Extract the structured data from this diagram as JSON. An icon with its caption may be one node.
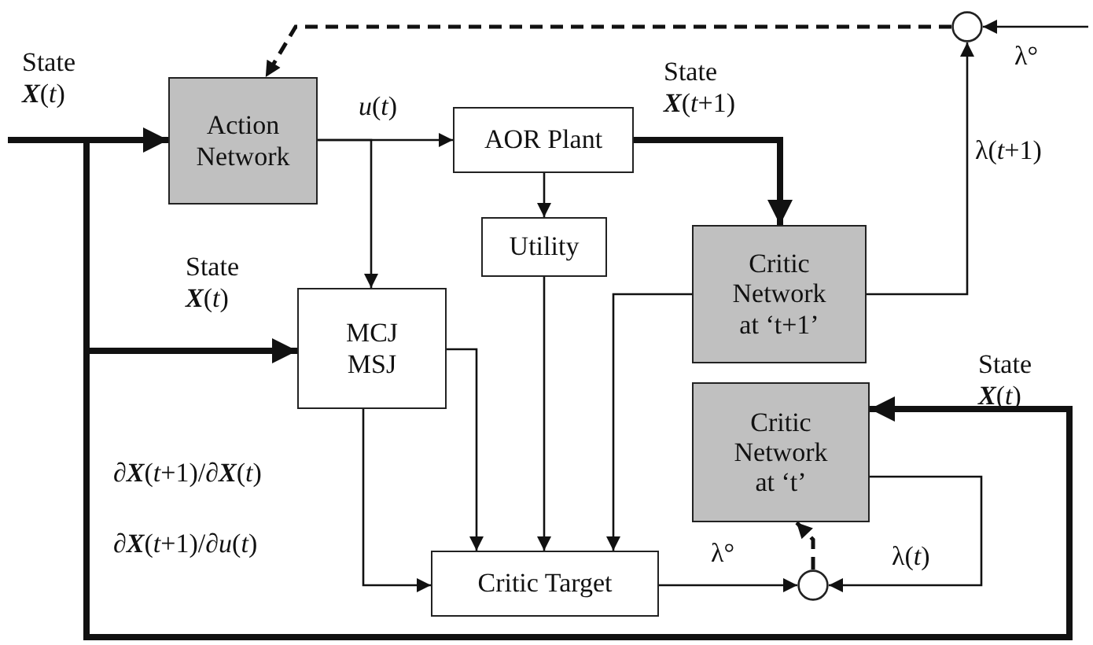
{
  "diagram": {
    "nodes": [
      {
        "text": [
          "Action Network"
        ]
      },
      {
        "text": [
          "AOR Plant"
        ]
      },
      {
        "text": [
          "Utility"
        ]
      },
      {
        "text": [
          "MCJ MSJ"
        ]
      },
      {
        "text": [
          "Critic Network at ‘t+1’"
        ]
      },
      {
        "text": [
          "Critic Network at ‘t’"
        ]
      },
      {
        "text": [
          "Critic Target"
        ]
      },
      {
        "text": [],
        "shape": "circle"
      },
      {
        "text": [],
        "shape": "circle"
      }
    ],
    "edges": [
      {
        "from": null,
        "to": 0,
        "arrow": "to",
        "style": "thick",
        "label": "State **X**(*t*)"
      },
      {
        "from": null,
        "to": 3,
        "arrow": "to",
        "style": "thick",
        "label": "State **X**(*t*)"
      },
      {
        "from": null,
        "to": 5,
        "arrow": "to",
        "style": "thick",
        "label": "State **X**(*t*)"
      },
      {
        "from": 0,
        "to": 1,
        "arrow": "to",
        "label": "*u*(*t*)"
      },
      {
        "from": 0,
        "to": 3,
        "arrow": "to"
      },
      {
        "from": 1,
        "to": 2,
        "arrow": "to"
      },
      {
        "from": 1,
        "to": 4,
        "arrow": "to",
        "style": "thick",
        "label": "State **X**(*t*+1)"
      },
      {
        "from": 2,
        "to": 6,
        "arrow": "to"
      },
      {
        "from": 3,
        "to": 6,
        "arrow": "to"
      },
      {
        "from": 3,
        "to": 6,
        "arrow": "to"
      },
      {
        "from": 4,
        "to": 6,
        "arrow": "to"
      },
      {
        "from": 4,
        "to": 7,
        "arrow": "to",
        "label": "λ(*t*+1)"
      },
      {
        "from": null,
        "to": 7,
        "arrow": "to",
        "label": "λ°"
      },
      {
        "from": 7,
        "to": 0,
        "arrow": "to",
        "style": "dashed"
      },
      {
        "from": 6,
        "to": 8,
        "arrow": "to",
        "label": "λ°"
      },
      {
        "from": 5,
        "to": 8,
        "arrow": "to",
        "label": "λ(*t*)"
      },
      {
        "from": 8,
        "to": 5,
        "arrow": "to",
        "style": "dashed"
      }
    ],
    "labels": [
      "∂**X**(*t*+1)/∂**X**(*t*)",
      "∂**X**(*t*+1)/∂*u*(*t*)"
    ]
  }
}
